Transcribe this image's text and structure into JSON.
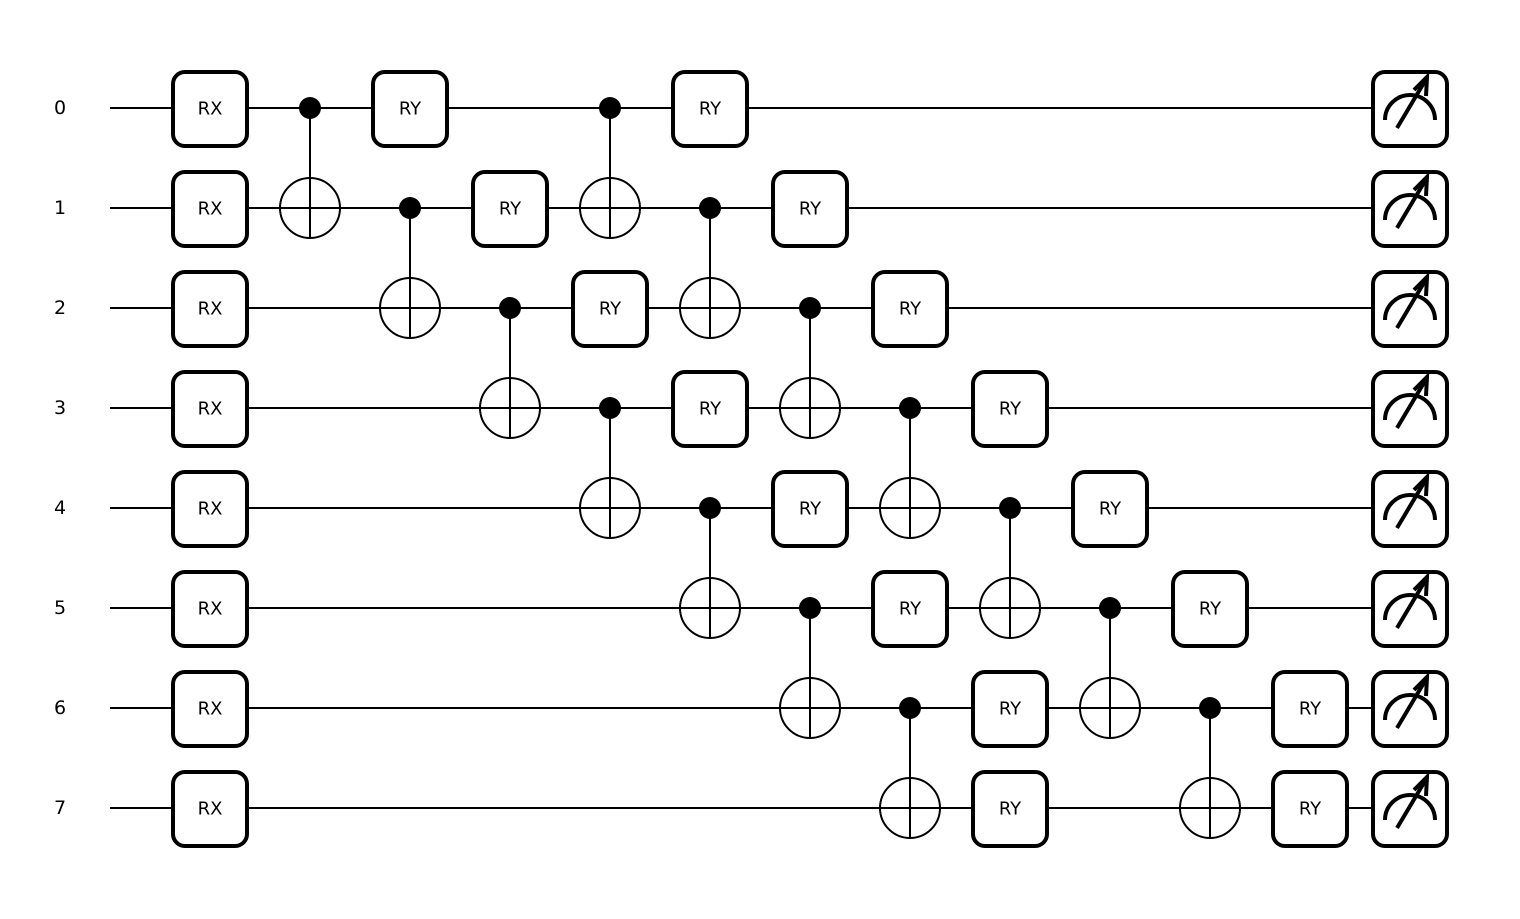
{
  "qubits": [
    "0",
    "1",
    "2",
    "3",
    "4",
    "5",
    "6",
    "7"
  ],
  "gate_labels": {
    "rx": "RX",
    "ry": "RY"
  },
  "columns": [
    [
      {
        "type": "RX",
        "q": 0
      },
      {
        "type": "RX",
        "q": 1
      },
      {
        "type": "RX",
        "q": 2
      },
      {
        "type": "RX",
        "q": 3
      },
      {
        "type": "RX",
        "q": 4
      },
      {
        "type": "RX",
        "q": 5
      },
      {
        "type": "RX",
        "q": 6
      },
      {
        "type": "RX",
        "q": 7
      }
    ],
    [
      {
        "type": "CNOT",
        "control": 0,
        "target": 1
      }
    ],
    [
      {
        "type": "RY",
        "q": 0
      },
      {
        "type": "CNOT",
        "control": 1,
        "target": 2
      }
    ],
    [
      {
        "type": "RY",
        "q": 1
      },
      {
        "type": "CNOT",
        "control": 2,
        "target": 3
      }
    ],
    [
      {
        "type": "CNOT",
        "control": 0,
        "target": 1
      },
      {
        "type": "RY",
        "q": 2
      },
      {
        "type": "CNOT",
        "control": 3,
        "target": 4
      }
    ],
    [
      {
        "type": "RY",
        "q": 0
      },
      {
        "type": "CNOT",
        "control": 1,
        "target": 2
      },
      {
        "type": "RY",
        "q": 3
      },
      {
        "type": "CNOT",
        "control": 4,
        "target": 5
      }
    ],
    [
      {
        "type": "RY",
        "q": 1
      },
      {
        "type": "CNOT",
        "control": 2,
        "target": 3
      },
      {
        "type": "RY",
        "q": 4
      },
      {
        "type": "CNOT",
        "control": 5,
        "target": 6
      }
    ],
    [
      {
        "type": "RY",
        "q": 2
      },
      {
        "type": "CNOT",
        "control": 3,
        "target": 4
      },
      {
        "type": "RY",
        "q": 5
      },
      {
        "type": "CNOT",
        "control": 6,
        "target": 7
      }
    ],
    [
      {
        "type": "RY",
        "q": 3
      },
      {
        "type": "CNOT",
        "control": 4,
        "target": 5
      },
      {
        "type": "RY",
        "q": 6
      },
      {
        "type": "RY",
        "q": 7
      }
    ],
    [
      {
        "type": "RY",
        "q": 4
      },
      {
        "type": "CNOT",
        "control": 5,
        "target": 6
      }
    ],
    [
      {
        "type": "RY",
        "q": 5
      },
      {
        "type": "CNOT",
        "control": 6,
        "target": 7
      }
    ],
    [
      {
        "type": "RY",
        "q": 6
      },
      {
        "type": "RY",
        "q": 7
      }
    ],
    [
      {
        "type": "MEASURE",
        "q": 0
      },
      {
        "type": "MEASURE",
        "q": 1
      },
      {
        "type": "MEASURE",
        "q": 2
      },
      {
        "type": "MEASURE",
        "q": 3
      },
      {
        "type": "MEASURE",
        "q": 4
      },
      {
        "type": "MEASURE",
        "q": 5
      },
      {
        "type": "MEASURE",
        "q": 6
      },
      {
        "type": "MEASURE",
        "q": 7
      }
    ]
  ]
}
